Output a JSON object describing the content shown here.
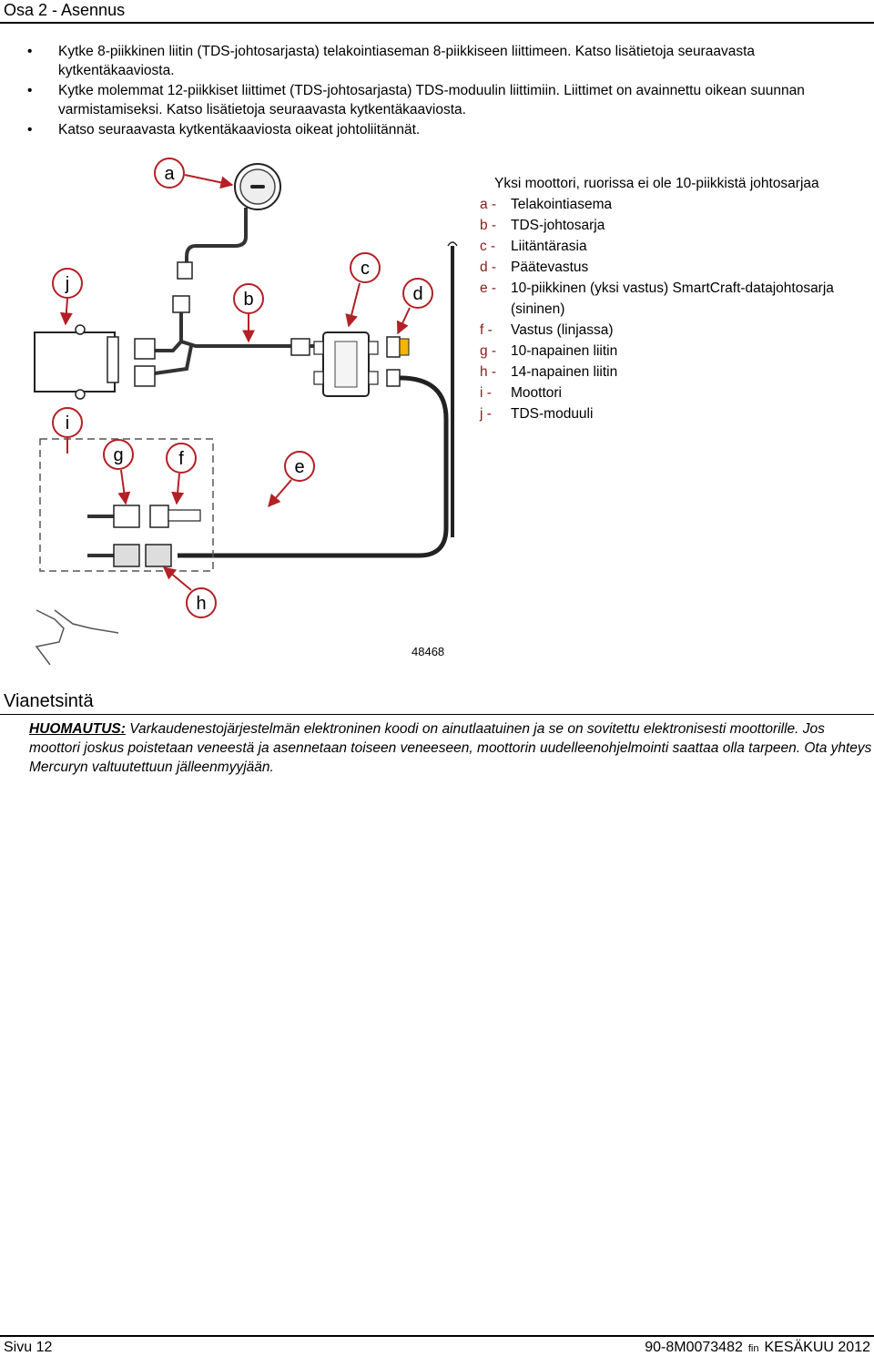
{
  "header": {
    "title": "Osa 2 - Asennus"
  },
  "bullets": [
    "Kytke 8-piikkinen liitin (TDS-johtosarjasta) telakointiaseman 8-piikkiseen liittimeen. Katso lisätietoja seuraavasta kytkentäkaaviosta.",
    "Kytke molemmat 12-piikkiset liittimet (TDS-johtosarjasta) TDS-moduulin liittimiin. Liittimet on avainnettu oikean suunnan varmistamiseksi. Katso lisätietoja seuraavasta kytkentäkaaviosta.",
    "Katso seuraavasta kytkentäkaaviosta oikeat johtoliitännät."
  ],
  "bullet_symbol": "•",
  "diagram": {
    "callouts": [
      "a",
      "b",
      "c",
      "d",
      "e",
      "f",
      "g",
      "h",
      "i",
      "j"
    ],
    "figure_number": "48468",
    "callout_color": "#b32025"
  },
  "legend": {
    "title": "Yksi moottori, ruorissa ei ole 10-piikkistä johtosarjaa",
    "items": [
      {
        "key": "a -",
        "text": "Telakointiasema"
      },
      {
        "key": "b -",
        "text": "TDS-johtosarja"
      },
      {
        "key": "c -",
        "text": "Liitäntärasia"
      },
      {
        "key": "d -",
        "text": "Päätevastus"
      },
      {
        "key": "e -",
        "text": "10-piikkinen (yksi vastus) SmartCraft-datajohtosarja (sininen)"
      },
      {
        "key": "f -",
        "text": "Vastus (linjassa)"
      },
      {
        "key": "g -",
        "text": "10-napainen liitin"
      },
      {
        "key": "h -",
        "text": "14-napainen liitin"
      },
      {
        "key": "i -",
        "text": "Moottori"
      },
      {
        "key": "j -",
        "text": "TDS-moduuli"
      }
    ]
  },
  "section": {
    "title": "Vianetsintä"
  },
  "note": {
    "label": "HUOMAUTUS:",
    "text": " Varkaudenestojärjestelmän elektroninen koodi on ainutlaatuinen ja se on sovitettu elektronisesti moottorille. Jos moottori joskus poistetaan veneestä ja asennetaan toiseen veneeseen, moottorin uudelleenohjelmointi saattaa olla tarpeen. Ota yhteys Mercuryn valtuutettuun jälleenmyyjään."
  },
  "footer": {
    "page_label": "Sivu  12",
    "doc_number": "90-8M0073482",
    "lang": "fin",
    "date": "KESÄKUU  2012"
  }
}
